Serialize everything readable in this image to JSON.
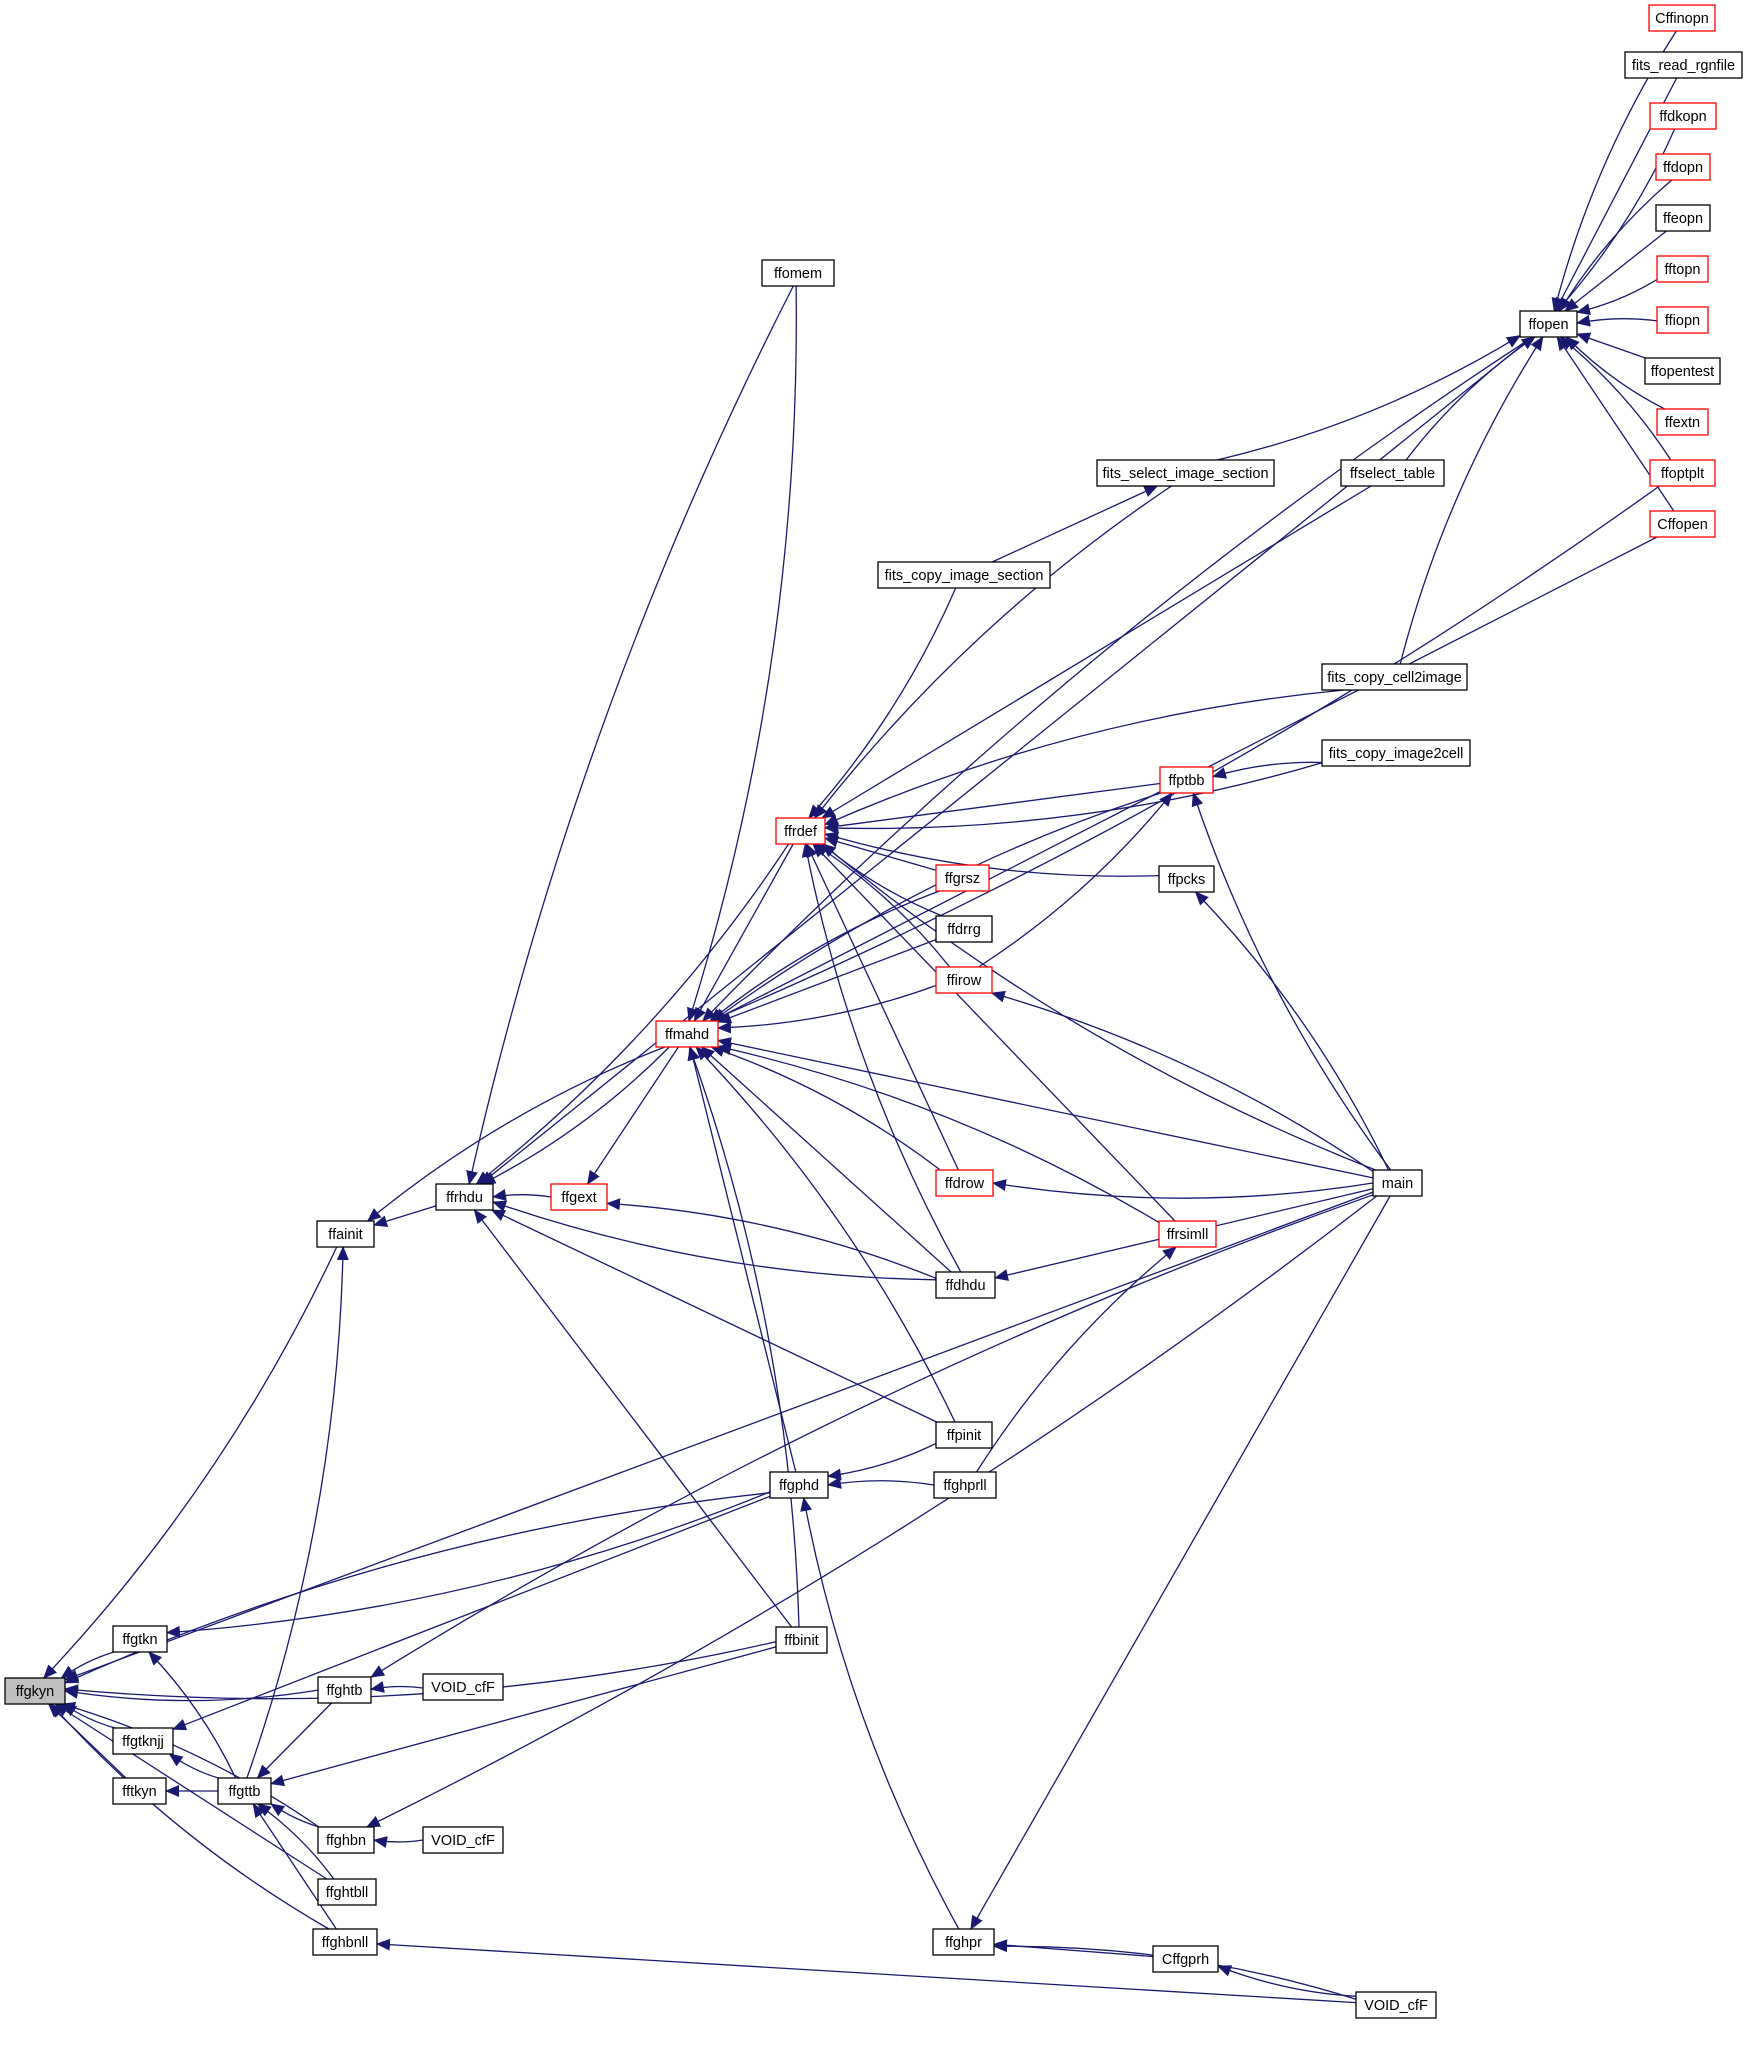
{
  "diagram": {
    "colors": {
      "edge": "#191970",
      "focus_fill": "#bfbfbf",
      "red_border": "#ff0000",
      "black_border": "#000000"
    },
    "nodes": [
      {
        "id": "ffgkyn",
        "label": "ffgkyn",
        "style": "focus"
      },
      {
        "id": "ffainit",
        "label": "ffainit",
        "style": "black"
      },
      {
        "id": "ffrhdu",
        "label": "ffrhdu",
        "style": "black"
      },
      {
        "id": "ffgext",
        "label": "ffgext",
        "style": "red"
      },
      {
        "id": "ffmahd",
        "label": "ffmahd",
        "style": "red"
      },
      {
        "id": "ffomem",
        "label": "ffomem",
        "style": "black"
      },
      {
        "id": "ffrdef",
        "label": "ffrdef",
        "style": "red"
      },
      {
        "id": "ffgrsz",
        "label": "ffgrsz",
        "style": "red"
      },
      {
        "id": "ffdrrg",
        "label": "ffdrrg",
        "style": "black"
      },
      {
        "id": "ffirow",
        "label": "ffirow",
        "style": "red"
      },
      {
        "id": "ffdrow",
        "label": "ffdrow",
        "style": "red"
      },
      {
        "id": "ffdhdu",
        "label": "ffdhdu",
        "style": "black"
      },
      {
        "id": "ffpinit",
        "label": "ffpinit",
        "style": "black"
      },
      {
        "id": "ffgphd",
        "label": "ffgphd",
        "style": "black"
      },
      {
        "id": "ffghprll",
        "label": "ffghprll",
        "style": "black"
      },
      {
        "id": "ffbinit",
        "label": "ffbinit",
        "style": "black"
      },
      {
        "id": "ffgtkn",
        "label": "ffgtkn",
        "style": "black"
      },
      {
        "id": "ffgtknjj",
        "label": "ffgtknjj",
        "style": "black"
      },
      {
        "id": "fftkyn",
        "label": "fftkyn",
        "style": "black"
      },
      {
        "id": "ffgttb",
        "label": "ffgttb",
        "style": "black"
      },
      {
        "id": "ffghtb",
        "label": "ffghtb",
        "style": "black"
      },
      {
        "id": "VOID_cfF_1",
        "label": "VOID_cfF",
        "style": "black"
      },
      {
        "id": "ffghbn",
        "label": "ffghbn",
        "style": "black"
      },
      {
        "id": "VOID_cfF_2",
        "label": "VOID_cfF",
        "style": "black"
      },
      {
        "id": "ffghtbll",
        "label": "ffghtbll",
        "style": "black"
      },
      {
        "id": "ffghbnll",
        "label": "ffghbnll",
        "style": "black"
      },
      {
        "id": "ffghpr",
        "label": "ffghpr",
        "style": "black"
      },
      {
        "id": "Cffgprh",
        "label": "Cffgprh",
        "style": "black"
      },
      {
        "id": "VOID_cfF_3",
        "label": "VOID_cfF",
        "style": "black"
      },
      {
        "id": "main",
        "label": "main",
        "style": "black"
      },
      {
        "id": "ffrsimll",
        "label": "ffrsimll",
        "style": "red"
      },
      {
        "id": "ffpcks",
        "label": "ffpcks",
        "style": "black"
      },
      {
        "id": "ffptbb",
        "label": "ffptbb",
        "style": "red"
      },
      {
        "id": "fits_copy_image2cell",
        "label": "fits_copy_image2cell",
        "style": "black"
      },
      {
        "id": "fits_copy_cell2image",
        "label": "fits_copy_cell2image",
        "style": "black"
      },
      {
        "id": "fits_copy_image_section",
        "label": "fits_copy_image_section",
        "style": "black"
      },
      {
        "id": "fits_select_image_section",
        "label": "fits_select_image_section",
        "style": "black"
      },
      {
        "id": "ffselect_table",
        "label": "ffselect_table",
        "style": "black"
      },
      {
        "id": "ffopen",
        "label": "ffopen",
        "style": "black"
      },
      {
        "id": "Cffopen",
        "label": "Cffopen",
        "style": "red"
      },
      {
        "id": "ffoptplt",
        "label": "ffoptplt",
        "style": "red"
      },
      {
        "id": "ffextn",
        "label": "ffextn",
        "style": "red"
      },
      {
        "id": "ffopentest",
        "label": "ffopentest",
        "style": "black"
      },
      {
        "id": "ffiopn",
        "label": "ffiopn",
        "style": "red"
      },
      {
        "id": "fftopn",
        "label": "fftopn",
        "style": "red"
      },
      {
        "id": "ffeopn",
        "label": "ffeopn",
        "style": "black"
      },
      {
        "id": "ffdopn",
        "label": "ffdopn",
        "style": "red"
      },
      {
        "id": "ffdkopn",
        "label": "ffdkopn",
        "style": "red"
      },
      {
        "id": "fits_read_rgnfile",
        "label": "fits_read_rgnfile",
        "style": "black"
      },
      {
        "id": "Cffinopn",
        "label": "Cffinopn",
        "style": "red"
      }
    ],
    "edges": [
      {
        "from": "ffainit",
        "to": "ffgkyn"
      },
      {
        "from": "ffrhdu",
        "to": "ffainit"
      },
      {
        "from": "ffgext",
        "to": "ffrhdu"
      },
      {
        "from": "ffmahd",
        "to": "ffrhdu"
      },
      {
        "from": "ffmahd",
        "to": "ffgext"
      },
      {
        "from": "ffmahd",
        "to": "ffainit"
      },
      {
        "from": "ffrdef",
        "to": "ffrhdu"
      },
      {
        "from": "ffrdef",
        "to": "ffmahd"
      },
      {
        "from": "ffomem",
        "to": "ffrhdu"
      },
      {
        "from": "ffomem",
        "to": "ffmahd"
      },
      {
        "from": "ffopen",
        "to": "ffrhdu"
      },
      {
        "from": "ffopen",
        "to": "ffmahd"
      },
      {
        "from": "ffoptplt",
        "to": "ffmahd"
      },
      {
        "from": "Cffopen",
        "to": "ffmahd"
      },
      {
        "from": "fits_select_image_section",
        "to": "ffrdef"
      },
      {
        "from": "fits_copy_image_section",
        "to": "ffrdef"
      },
      {
        "from": "ffselect_table",
        "to": "ffrdef"
      },
      {
        "from": "fits_copy_cell2image",
        "to": "ffrdef"
      },
      {
        "from": "fits_copy_image2cell",
        "to": "ffrdef"
      },
      {
        "from": "ffptbb",
        "to": "ffrdef"
      },
      {
        "from": "ffptbb",
        "to": "ffmahd"
      },
      {
        "from": "ffpcks",
        "to": "ffrdef"
      },
      {
        "from": "ffgrsz",
        "to": "ffrdef"
      },
      {
        "from": "ffgrsz",
        "to": "ffmahd"
      },
      {
        "from": "ffdrrg",
        "to": "ffrdef"
      },
      {
        "from": "ffdrrg",
        "to": "ffmahd"
      },
      {
        "from": "ffirow",
        "to": "ffrdef"
      },
      {
        "from": "ffirow",
        "to": "ffmahd"
      },
      {
        "from": "ffdrow",
        "to": "ffrdef"
      },
      {
        "from": "ffdrow",
        "to": "ffmahd"
      },
      {
        "from": "ffdhdu",
        "to": "ffrdef"
      },
      {
        "from": "ffdhdu",
        "to": "ffmahd"
      },
      {
        "from": "ffdhdu",
        "to": "ffgext"
      },
      {
        "from": "ffdhdu",
        "to": "ffrhdu"
      },
      {
        "from": "ffrsimll",
        "to": "ffrdef"
      },
      {
        "from": "ffrsimll",
        "to": "ffmahd"
      },
      {
        "from": "main",
        "to": "ffrdef"
      },
      {
        "from": "main",
        "to": "ffmahd"
      },
      {
        "from": "main",
        "to": "ffirow"
      },
      {
        "from": "main",
        "to": "ffdrow"
      },
      {
        "from": "main",
        "to": "ffdhdu"
      },
      {
        "from": "main",
        "to": "ffpcks"
      },
      {
        "from": "main",
        "to": "ffptbb"
      },
      {
        "from": "main",
        "to": "ffgkyn"
      },
      {
        "from": "main",
        "to": "ffghtb"
      },
      {
        "from": "main",
        "to": "ffghbn"
      },
      {
        "from": "main",
        "to": "ffghpr"
      },
      {
        "from": "ffirow",
        "to": "ffptbb"
      },
      {
        "from": "ffghprll",
        "to": "ffrsimll"
      },
      {
        "from": "ffpinit",
        "to": "ffrhdu"
      },
      {
        "from": "ffpinit",
        "to": "ffmahd"
      },
      {
        "from": "ffpinit",
        "to": "ffgphd"
      },
      {
        "from": "ffgphd",
        "to": "ffmahd"
      },
      {
        "from": "ffgphd",
        "to": "ffgkyn"
      },
      {
        "from": "ffgphd",
        "to": "ffgtkn"
      },
      {
        "from": "ffgphd",
        "to": "ffgtknjj"
      },
      {
        "from": "ffghprll",
        "to": "ffgphd"
      },
      {
        "from": "ffghpr",
        "to": "ffgphd"
      },
      {
        "from": "ffbinit",
        "to": "ffrhdu"
      },
      {
        "from": "ffbinit",
        "to": "ffmahd"
      },
      {
        "from": "ffbinit",
        "to": "ffgkyn"
      },
      {
        "from": "ffbinit",
        "to": "ffgttb"
      },
      {
        "from": "ffgtkn",
        "to": "ffgkyn"
      },
      {
        "from": "ffgtknjj",
        "to": "ffgkyn"
      },
      {
        "from": "fftkyn",
        "to": "ffgkyn"
      },
      {
        "from": "ffgttb",
        "to": "ffgtkn"
      },
      {
        "from": "ffgttb",
        "to": "ffgtknjj"
      },
      {
        "from": "ffgttb",
        "to": "fftkyn"
      },
      {
        "from": "ffgttb",
        "to": "ffainit"
      },
      {
        "from": "ffghtb",
        "to": "ffgkyn"
      },
      {
        "from": "ffghtb",
        "to": "ffgttb"
      },
      {
        "from": "ffghbn",
        "to": "ffgkyn"
      },
      {
        "from": "ffghbn",
        "to": "ffgttb"
      },
      {
        "from": "ffghtbll",
        "to": "ffgkyn"
      },
      {
        "from": "ffghtbll",
        "to": "ffgttb"
      },
      {
        "from": "ffghbnll",
        "to": "ffgkyn"
      },
      {
        "from": "ffghbnll",
        "to": "ffgttb"
      },
      {
        "from": "VOID_cfF_1",
        "to": "ffghtb"
      },
      {
        "from": "VOID_cfF_2",
        "to": "ffghbn"
      },
      {
        "from": "VOID_cfF_3",
        "to": "ffghbnll"
      },
      {
        "from": "VOID_cfF_3",
        "to": "ffghpr"
      },
      {
        "from": "VOID_cfF_3",
        "to": "Cffgprh"
      },
      {
        "from": "Cffgprh",
        "to": "ffghpr"
      },
      {
        "from": "fits_copy_image2cell",
        "to": "ffptbb"
      },
      {
        "from": "fits_copy_cell2image",
        "to": "ffopen"
      },
      {
        "from": "fits_copy_image_section",
        "to": "fits_select_image_section"
      },
      {
        "from": "fits_select_image_section",
        "to": "ffopen"
      },
      {
        "from": "ffselect_table",
        "to": "ffopen"
      },
      {
        "from": "Cffopen",
        "to": "ffopen"
      },
      {
        "from": "ffoptplt",
        "to": "ffopen"
      },
      {
        "from": "ffextn",
        "to": "ffopen"
      },
      {
        "from": "ffopentest",
        "to": "ffopen"
      },
      {
        "from": "ffiopn",
        "to": "ffopen"
      },
      {
        "from": "fftopn",
        "to": "ffopen"
      },
      {
        "from": "ffeopn",
        "to": "ffopen"
      },
      {
        "from": "ffdopn",
        "to": "ffopen"
      },
      {
        "from": "ffdkopn",
        "to": "ffopen"
      },
      {
        "from": "fits_read_rgnfile",
        "to": "ffopen"
      },
      {
        "from": "Cffinopn",
        "to": "ffopen"
      }
    ]
  }
}
